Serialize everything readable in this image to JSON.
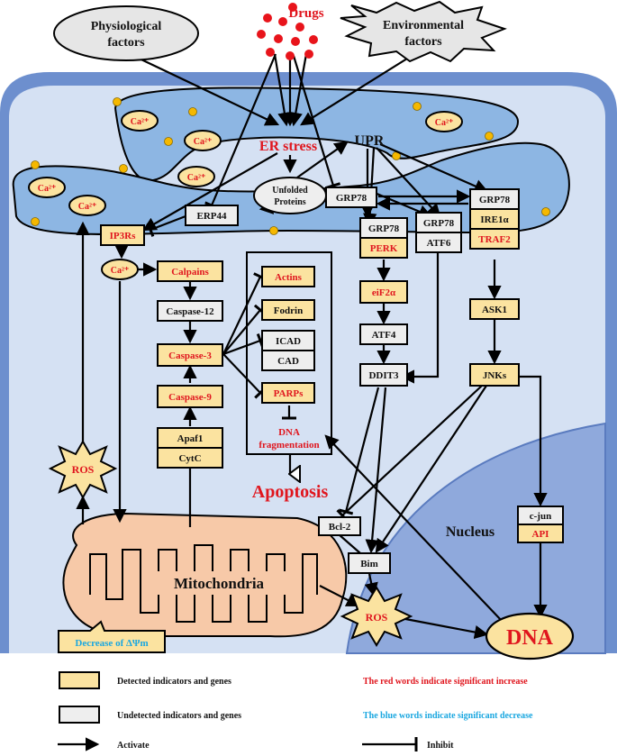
{
  "colors": {
    "detected_fill": "#fbe3a0",
    "undetected_fill": "#eeeeee",
    "increase_text": "#e0161e",
    "decrease_text": "#1aa7e0",
    "cell_background": "#d5e1f3",
    "cell_membrane": "#6d8fce",
    "er_fill": "#8db6e3",
    "nucleus_fill": "#8fa9dc",
    "mitochondria_fill": "#f7c9a8",
    "drug_dots": "#e8141b",
    "membrane_dots": "#f5b800"
  },
  "external": {
    "physiological": [
      "Physiological",
      "factors"
    ],
    "drugs": "Drugs",
    "environmental": [
      "Environmental",
      "factors"
    ]
  },
  "er": {
    "stress": "ER stress",
    "upr": "UPR",
    "unfolded": [
      "Unfolded",
      "Proteins"
    ],
    "calcium": "Ca²⁺"
  },
  "nodes": {
    "grp78_main": "GRP78",
    "erp44": "ERP44",
    "ip3rs": "IP3Rs",
    "grp78_perk": "GRP78",
    "perk": "PERK",
    "grp78_atf6": "GRP78",
    "atf6": "ATF6",
    "grp78_ire": "GRP78",
    "ire1a": "IRE1α",
    "traf2": "TRAF2",
    "calpains": "Calpains",
    "caspase12": "Caspase-12",
    "caspase3": "Caspase-3",
    "caspase9": "Caspase-9",
    "apaf1": "Apaf1",
    "cytc": "CytC",
    "actins": "Actins",
    "fodrin": "Fodrin",
    "icad": "ICAD",
    "cad": "CAD",
    "parps": "PARPs",
    "dna_frag": [
      "DNA",
      "fragmentation"
    ],
    "eif2a": "eiF2α",
    "atf4": "ATF4",
    "ddit3": "DDIT3",
    "ask1": "ASK1",
    "jnks": "JNKs",
    "cjun": "c-jun",
    "api": "API",
    "bcl2": "Bcl-2",
    "bim": "Bim",
    "ros_left": "ROS",
    "ros_right": "ROS",
    "dna": "DNA"
  },
  "labels": {
    "apoptosis": "Apoptosis",
    "nucleus": "Nucleus",
    "mitochondria": "Mitochondria",
    "membrane_potential": "Decrease of ΔΨm"
  },
  "legend": {
    "detected": "Detected indicators and genes",
    "undetected": "Undetected indicators and genes",
    "activate": "Activate",
    "inhibit": "Inhibit",
    "red_note": "The red words indicate significant increase",
    "blue_note": "The blue words indicate significant decrease"
  }
}
